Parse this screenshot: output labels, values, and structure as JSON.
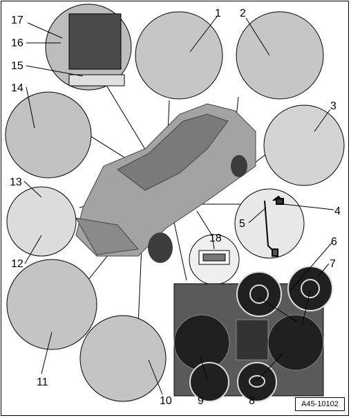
{
  "callouts": [
    "1",
    "2",
    "3",
    "4",
    "5",
    "6",
    "7",
    "8",
    "9",
    "10",
    "11",
    "12",
    "13",
    "14",
    "15",
    "16",
    "17",
    "18"
  ],
  "reference_code": "A45-10102",
  "colors": {
    "line": "#000000",
    "circle_fill": "#c8c8c8",
    "car_body": "#a3a3a3",
    "panel": "#606060"
  }
}
